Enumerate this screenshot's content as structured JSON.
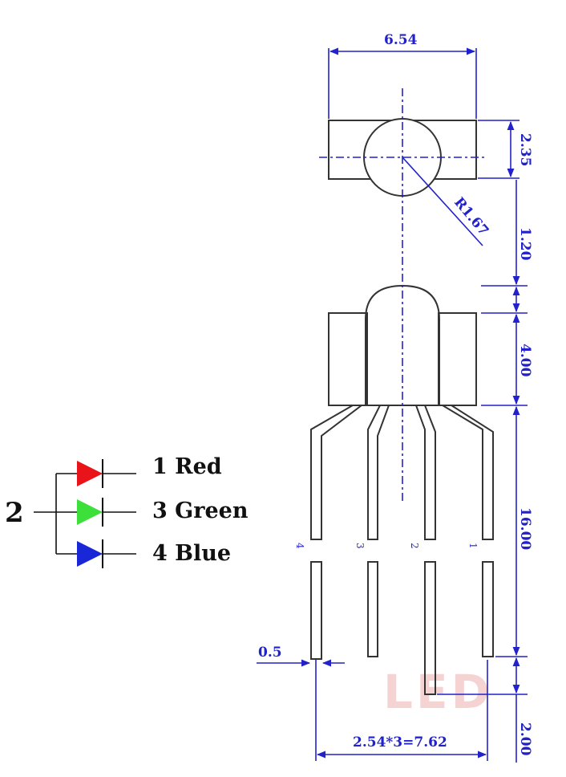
{
  "dimensions": {
    "width": "6.54",
    "height": "2.35",
    "radius": "R1.67",
    "lens_gap": "1.20",
    "body": "4.00",
    "leads": "16.00",
    "lead_width": "0.5",
    "pitch": "2.54*3=7.62",
    "step": "2.00"
  },
  "pins": [
    "4",
    "3",
    "2",
    "1"
  ],
  "schematic": {
    "common": "2",
    "leds": [
      {
        "label": "1 Red",
        "color": "#e8141a"
      },
      {
        "label": "3 Green",
        "color": "#3de03a"
      },
      {
        "label": "4 Blue",
        "color": "#1a27d6"
      }
    ]
  },
  "watermark": "LED",
  "colors": {
    "line": "#333333",
    "dimension": "#2222cc"
  }
}
